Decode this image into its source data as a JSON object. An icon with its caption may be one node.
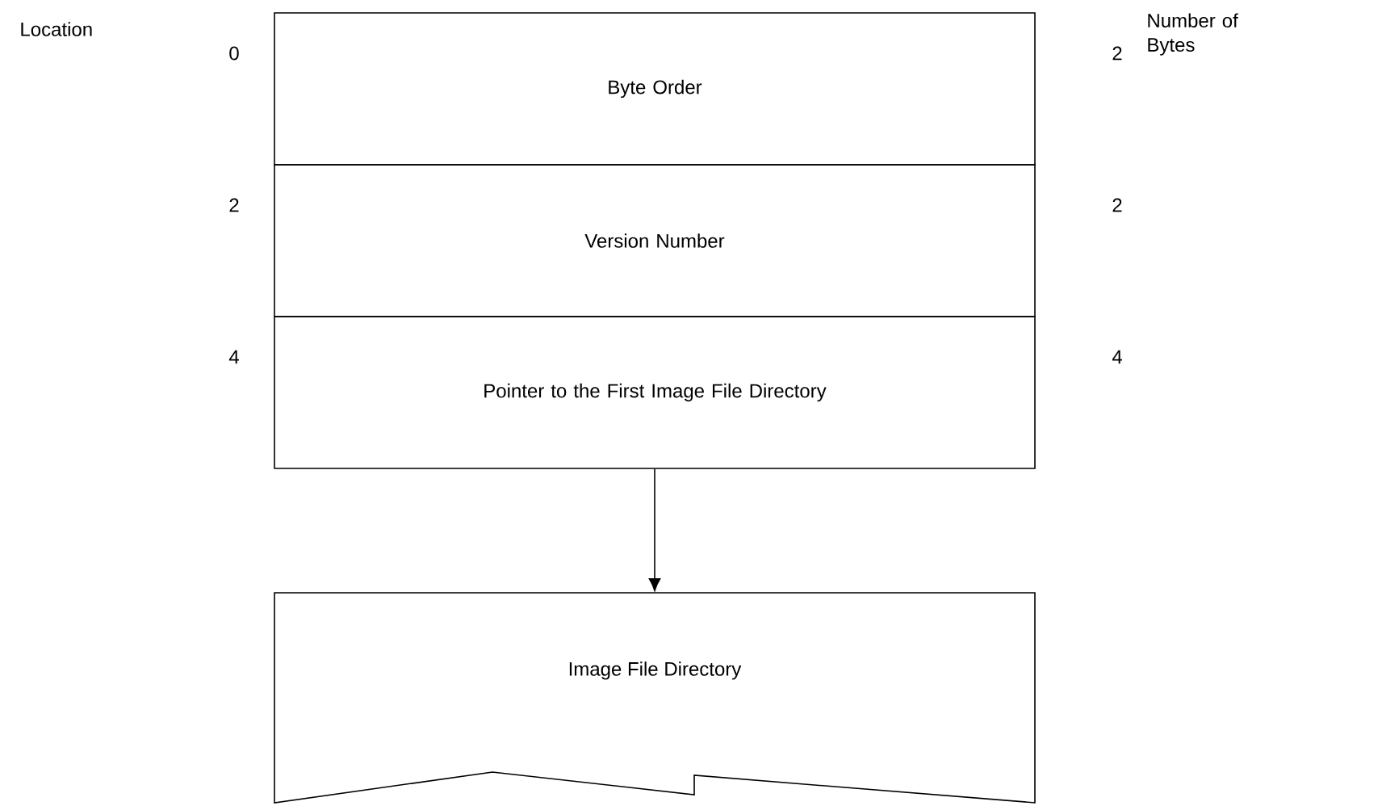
{
  "diagram": {
    "nodes": [
      {
        "text": [
          "Byte Order"
        ],
        "beside": [
          "0",
          "2"
        ]
      },
      {
        "text": [
          "Version Number"
        ],
        "beside": [
          "2",
          "2"
        ]
      },
      {
        "text": [
          "Pointer to the First Image File Directory"
        ],
        "beside": [
          "4",
          "4"
        ]
      },
      {
        "text": [
          "Image File Directory"
        ]
      }
    ],
    "edges": [
      {
        "from": 2,
        "to": 3,
        "arrow": "to"
      }
    ],
    "labels": [
      "Location",
      "Number of Bytes"
    ]
  }
}
